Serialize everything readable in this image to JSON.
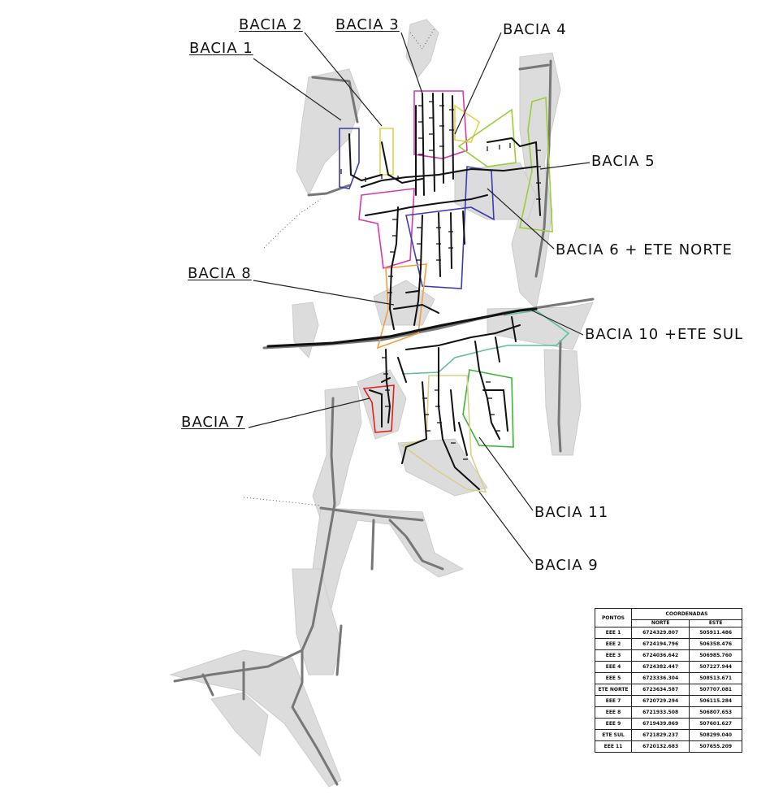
{
  "labels": {
    "bacia1": "BACIA 1",
    "bacia2": "BACIA 2",
    "bacia3": "BACIA 3",
    "bacia4": "BACIA 4",
    "bacia5": "BACIA 5",
    "bacia6": "BACIA 6 + ETE NORTE",
    "bacia7": "BACIA 7",
    "bacia8": "BACIA 8",
    "bacia9": "BACIA 9",
    "bacia10": "BACIA 10 +ETE SUL",
    "bacia11": "BACIA 11"
  },
  "table": {
    "col_points": "PONTOS",
    "col_coords": "COORDENADAS",
    "col_norte": "NORTE",
    "col_este": "ESTE",
    "rows": [
      {
        "ponto": "EEE 1",
        "norte": "6724329.807",
        "este": "505911.486"
      },
      {
        "ponto": "EEE 2",
        "norte": "6724194.796",
        "este": "506358.476"
      },
      {
        "ponto": "EEE 3",
        "norte": "6724036.642",
        "este": "506985.760"
      },
      {
        "ponto": "EEE 4",
        "norte": "6724382.447",
        "este": "507227.944"
      },
      {
        "ponto": "EEE 5",
        "norte": "6723336.304",
        "este": "508513.671"
      },
      {
        "ponto": "ETE NORTE",
        "norte": "6723634.587",
        "este": "507707.081"
      },
      {
        "ponto": "EEE 7",
        "norte": "6720729.294",
        "este": "506115.284"
      },
      {
        "ponto": "EEE 8",
        "norte": "6721933.508",
        "este": "506807.653"
      },
      {
        "ponto": "EEE 9",
        "norte": "6719439.869",
        "este": "507601.627"
      },
      {
        "ponto": "ETE SUL",
        "norte": "6721829.237",
        "este": "508299.040"
      },
      {
        "ponto": "EEE 11",
        "norte": "6720132.683",
        "este": "507655.209"
      }
    ]
  },
  "colors": {
    "terrain": "#d4d4d4",
    "road": "#6e6e6e",
    "network": "#111111",
    "bacia_magenta": "#d63aa8",
    "bacia_blue": "#3b3bb5",
    "bacia_yellow": "#e6d24a",
    "bacia_lime": "#9ccc3a",
    "bacia_orange": "#f0a040",
    "bacia_red": "#e02020",
    "bacia_green": "#3cb43c",
    "bacia_teal": "#5fbfa0",
    "bacia_khaki": "#d8d08a"
  }
}
